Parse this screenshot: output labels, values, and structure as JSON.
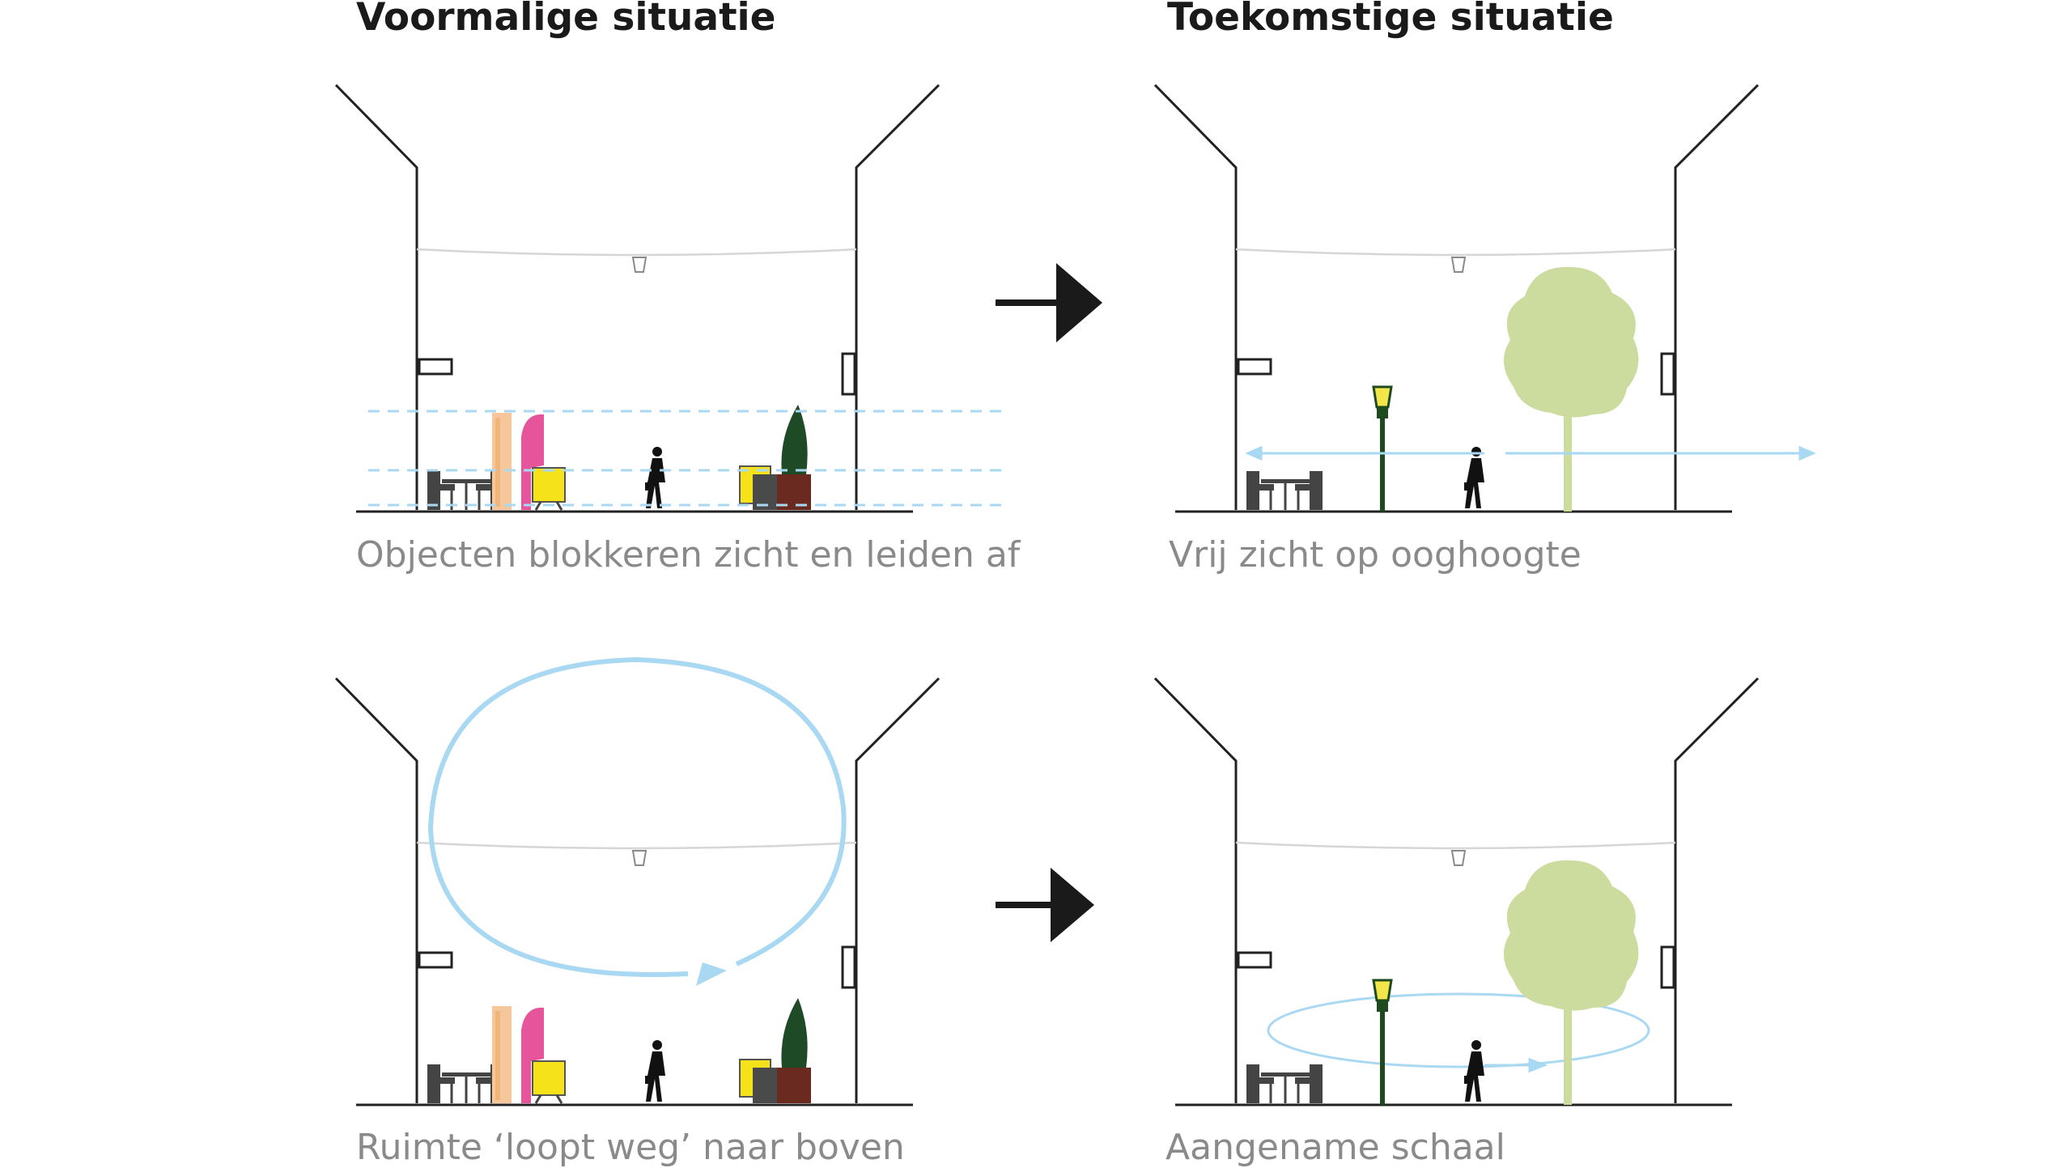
{
  "headings": {
    "left": "Voormalige situatie",
    "right": "Toekomstige situatie"
  },
  "captions": {
    "top_left": "Objecten blokkeren zicht en leiden af",
    "top_right": "Vrij zicht op ooghoogte",
    "bottom_left": "Ruimte ‘loopt weg’ naar boven",
    "bottom_right": "Aangename schaal"
  },
  "colors": {
    "sightline": "#a9d8f2",
    "tree": "#cbdc9e",
    "lamp_post": "#1f4a1f",
    "lamp_light": "#f2e64a",
    "pink_flag": "#e6559b",
    "orange_banner": "#f6c79a",
    "yellow_sign": "#f5e21a",
    "conifer": "#1e4a26",
    "planter": "#6b2a20",
    "building_line": "#222222",
    "cable": "#d6d6d6"
  }
}
